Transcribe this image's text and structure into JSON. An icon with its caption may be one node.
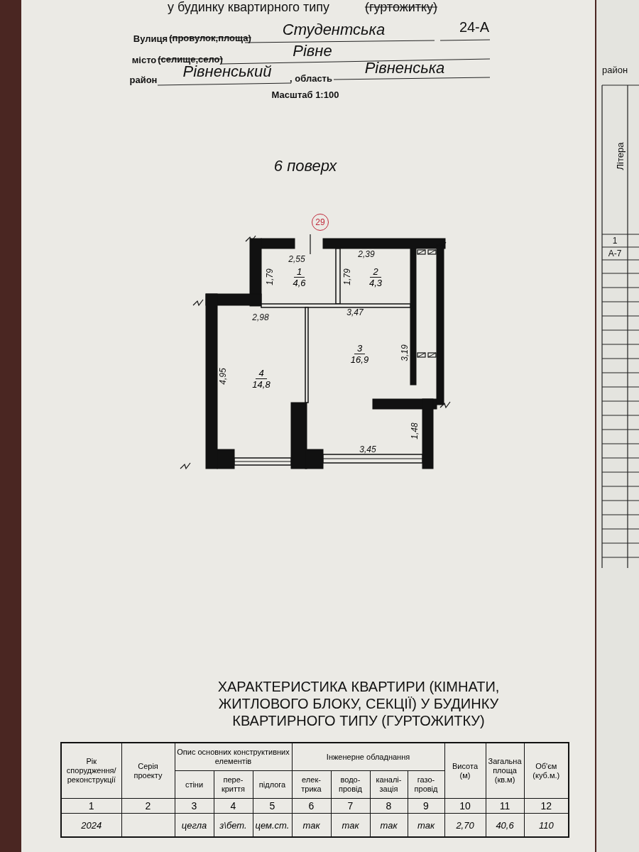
{
  "diagram": {
    "nodes": [
      {
        "text": [
          "29"
        ]
      },
      {
        "text": [
          "1",
          "4,6"
        ]
      },
      {
        "text": [
          "2",
          "4,3"
        ]
      },
      {
        "text": [
          "3",
          "16,9"
        ]
      },
      {
        "text": [
          "4",
          "14,8"
        ]
      }
    ],
    "labels": [
      "у будинку квартирного типу",
      "(гуртожитку)",
      "Вулиця",
      "(провулок,площа)",
      "Студентська",
      "24-А",
      "місто",
      "(селище,село)",
      "Рівне",
      "район",
      "Рівненський",
      ", область",
      "Рівненська",
      "Масштаб 1:100",
      "6 поверх",
      "2,55",
      "2,39",
      "1,79",
      "1,79",
      "2,98",
      "3,47",
      "3,19",
      "4,95",
      "1,48",
      "3,45",
      "ХАРАКТЕРИСТИКА КВАРТИРИ (КІМНАТИ, ЖИТЛОВОГО БЛОКУ, СЕКЦІЇ) У БУДИНКУ КВАРТИРНОГО ТИПУ (ГУРТОЖИТКУ)",
      "Рік спорудження/ реконструкції",
      "Серія проекту",
      "Опис основних конструктивних елементів",
      "Інженерне обладнання",
      "Висота (м)",
      "Загальна площа (кв.м)",
      "Об'єм (куб.м.)",
      "стіни",
      "пере-криття",
      "підлога",
      "елек-трика",
      "водо-провід",
      "каналі-зація",
      "газо-провід",
      "1",
      "2",
      "3",
      "4",
      "5",
      "6",
      "7",
      "8",
      "9",
      "10",
      "11",
      "12",
      "2024",
      "цегла",
      "з\\бет.",
      "цем.ст.",
      "так",
      "так",
      "так",
      "так",
      "2,70",
      "40,6",
      "110",
      "район",
      "Літера",
      "1",
      "А-7"
    ]
  }
}
